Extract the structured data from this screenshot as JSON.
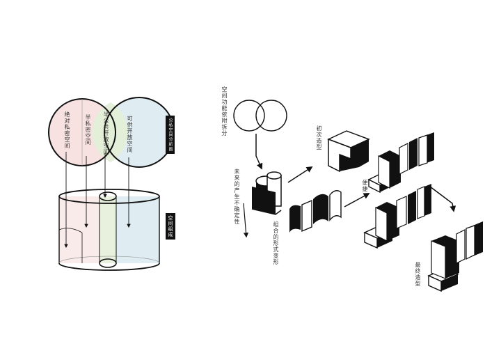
{
  "left_diagram": {
    "circle_labels": [
      "绝对私密空间",
      "半私密空间",
      "半公共开放空间",
      "可供开放空间"
    ],
    "tag_top": "公私空间分析图",
    "tag_bottom": "空间组成"
  },
  "right_diagram": {
    "labels": {
      "step_a": "空间功能依附拆分",
      "step_b": "未来的产生不确定性",
      "step_c": "初次造型",
      "step_d": "组合的形式变形",
      "step_e": "便捷",
      "step_f": "最终造型"
    }
  },
  "colors": {
    "pink": "#f6dede",
    "green": "#e4efd9",
    "blue": "#dceaf0",
    "ink": "#111111"
  }
}
